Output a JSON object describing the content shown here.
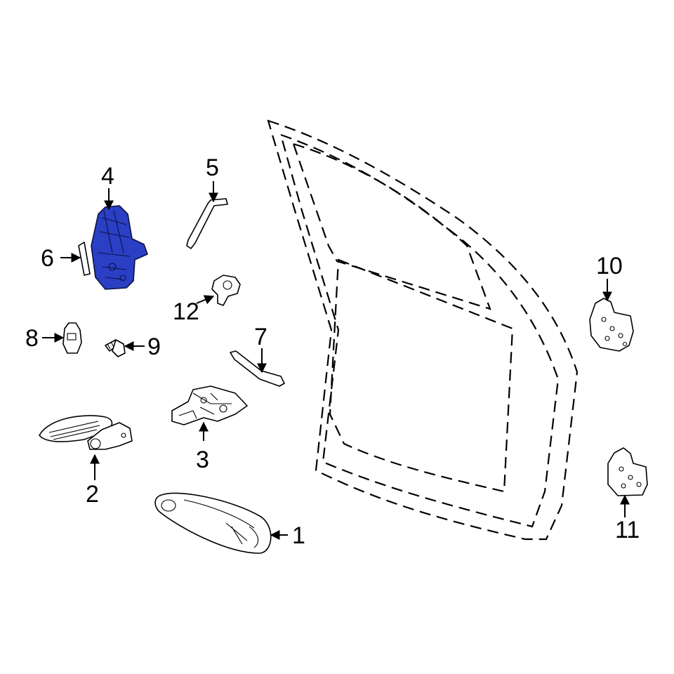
{
  "callouts": {
    "c1": "1",
    "c2": "2",
    "c3": "3",
    "c4": "4",
    "c5": "5",
    "c6": "6",
    "c7": "7",
    "c8": "8",
    "c9": "9",
    "c10": "10",
    "c11": "11",
    "c12": "12"
  },
  "highlighted_part": "4",
  "colors": {
    "highlight": "#2a3fc4",
    "line": "#000000",
    "background": "#ffffff"
  }
}
